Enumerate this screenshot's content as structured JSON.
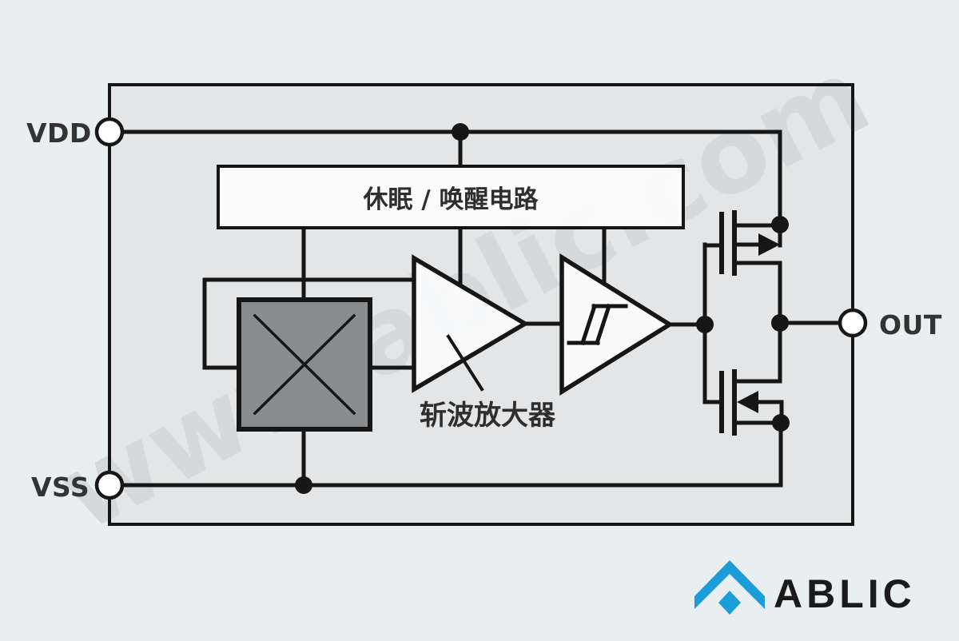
{
  "terminals": {
    "vdd": "VDD",
    "vss": "VSS",
    "out": "OUT"
  },
  "blocks": {
    "sleep_wake_label": "休眠 / 唤醒电路",
    "chopper_amp_label": "斩波放大器"
  },
  "watermark": {
    "text": "www.ablic.com"
  },
  "logo": {
    "text": "ABLIC"
  },
  "colors": {
    "page_background": "#e9eef1",
    "frame_fill": "#e3e5e7",
    "line": "#161616",
    "hall_element_fill": "#838689",
    "block_fill": "#fcfcfc",
    "watermark_gray": "#d6d9db",
    "logo_blue": "#1b9dda",
    "logo_text": "#1a1a1a",
    "label_text": "#333333"
  }
}
